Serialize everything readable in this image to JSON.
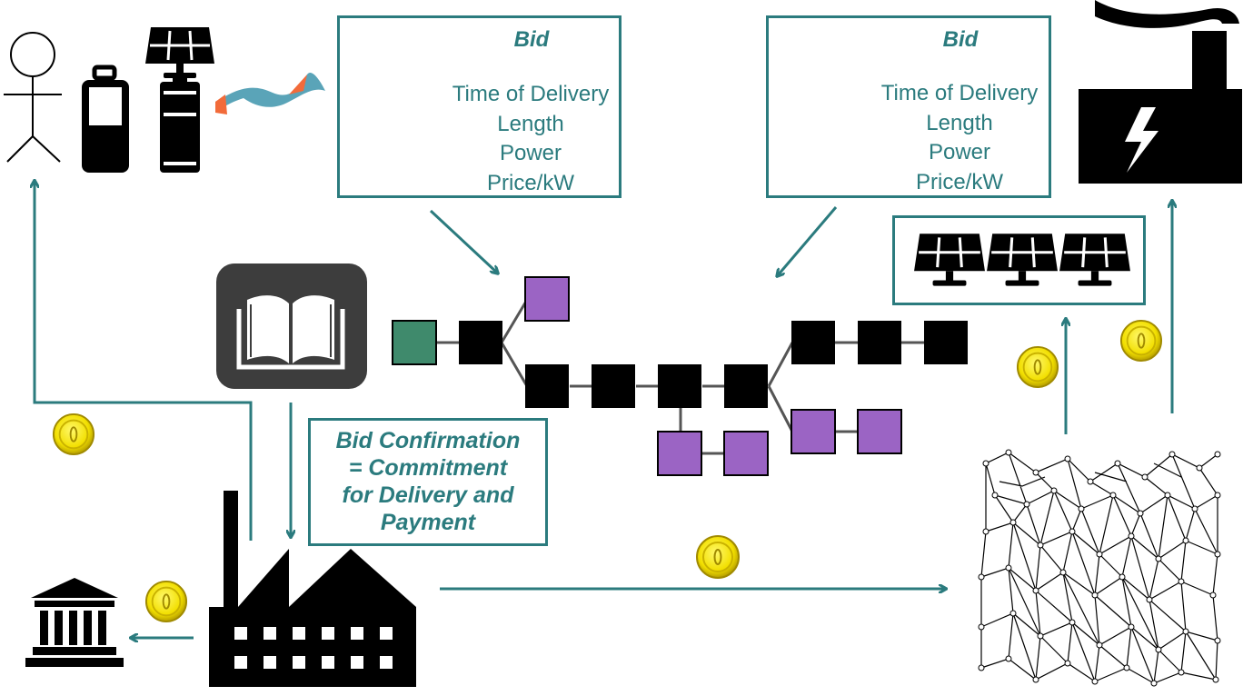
{
  "bid_left": {
    "title": "Bid",
    "fields": [
      "Time of Delivery",
      "Length",
      "Power",
      "Price/kW"
    ]
  },
  "bid_right": {
    "title": "Bid",
    "fields": [
      "Time of Delivery",
      "Length",
      "Power",
      "Price/kW"
    ]
  },
  "confirmation": {
    "lines": [
      "Bid Confirmation",
      "= Commitment",
      "for Delivery and",
      "Payment"
    ]
  },
  "colors": {
    "accent": "#2b7b7e",
    "genesis_block": "#3f8a6c",
    "fork_block": "#9b64c4",
    "chain_block": "#000000",
    "coin": "#f5e400"
  },
  "icons": [
    "person-icon",
    "battery-icon",
    "solar-battery-icon",
    "wave-icon",
    "document-icon",
    "ledger-book-icon",
    "factory-icon",
    "power-plant-icon",
    "solar-panel-icon",
    "bank-icon",
    "network-grid-icon",
    "coin-icon"
  ]
}
